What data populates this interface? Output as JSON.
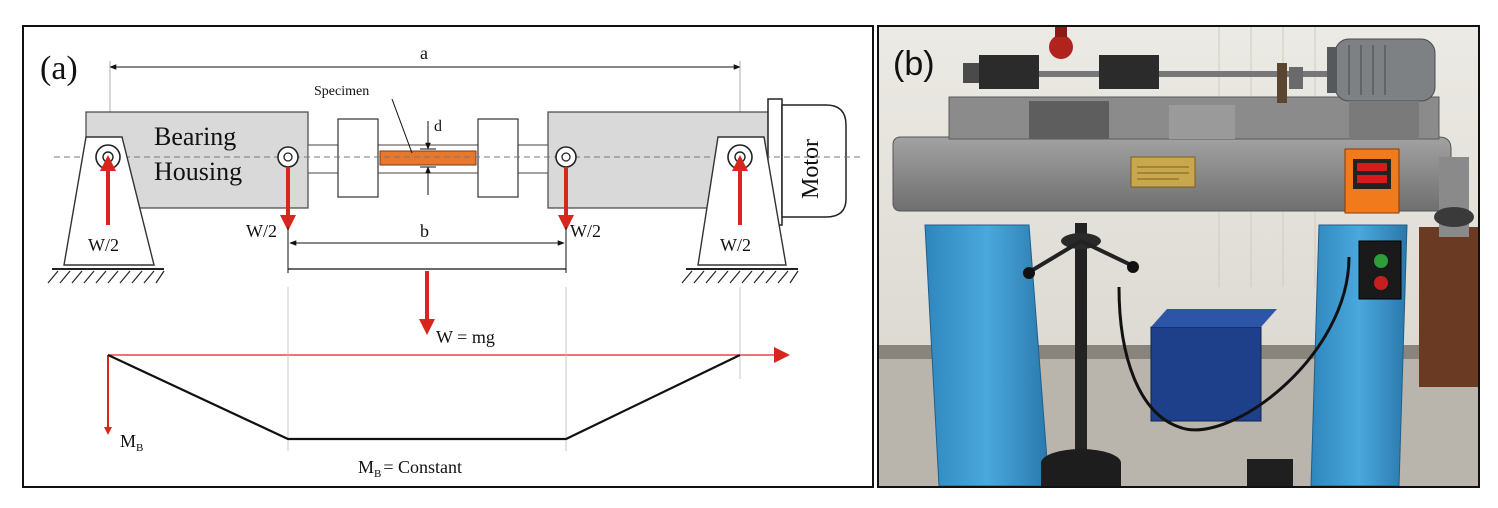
{
  "panel_a": {
    "label": "(a)",
    "dim_a": "a",
    "dim_b": "b",
    "dim_d": "d",
    "specimen": "Specimen",
    "bearing": "Bearing",
    "housing": "Housing",
    "motor": "Motor",
    "load_half": "W/2",
    "load_total": "W = mg",
    "moment_symbol": "M",
    "moment_subscript": "B",
    "moment_const_label": "= Constant"
  },
  "panel_b": {
    "label": "(b)"
  },
  "colors": {
    "arrow_red": "#d7261e",
    "specimen_orange": "#e8772e",
    "housing_gray": "#d9d9d9",
    "machine_gray": "#8c8c8c",
    "stand_blue": "#3d9bd1"
  }
}
